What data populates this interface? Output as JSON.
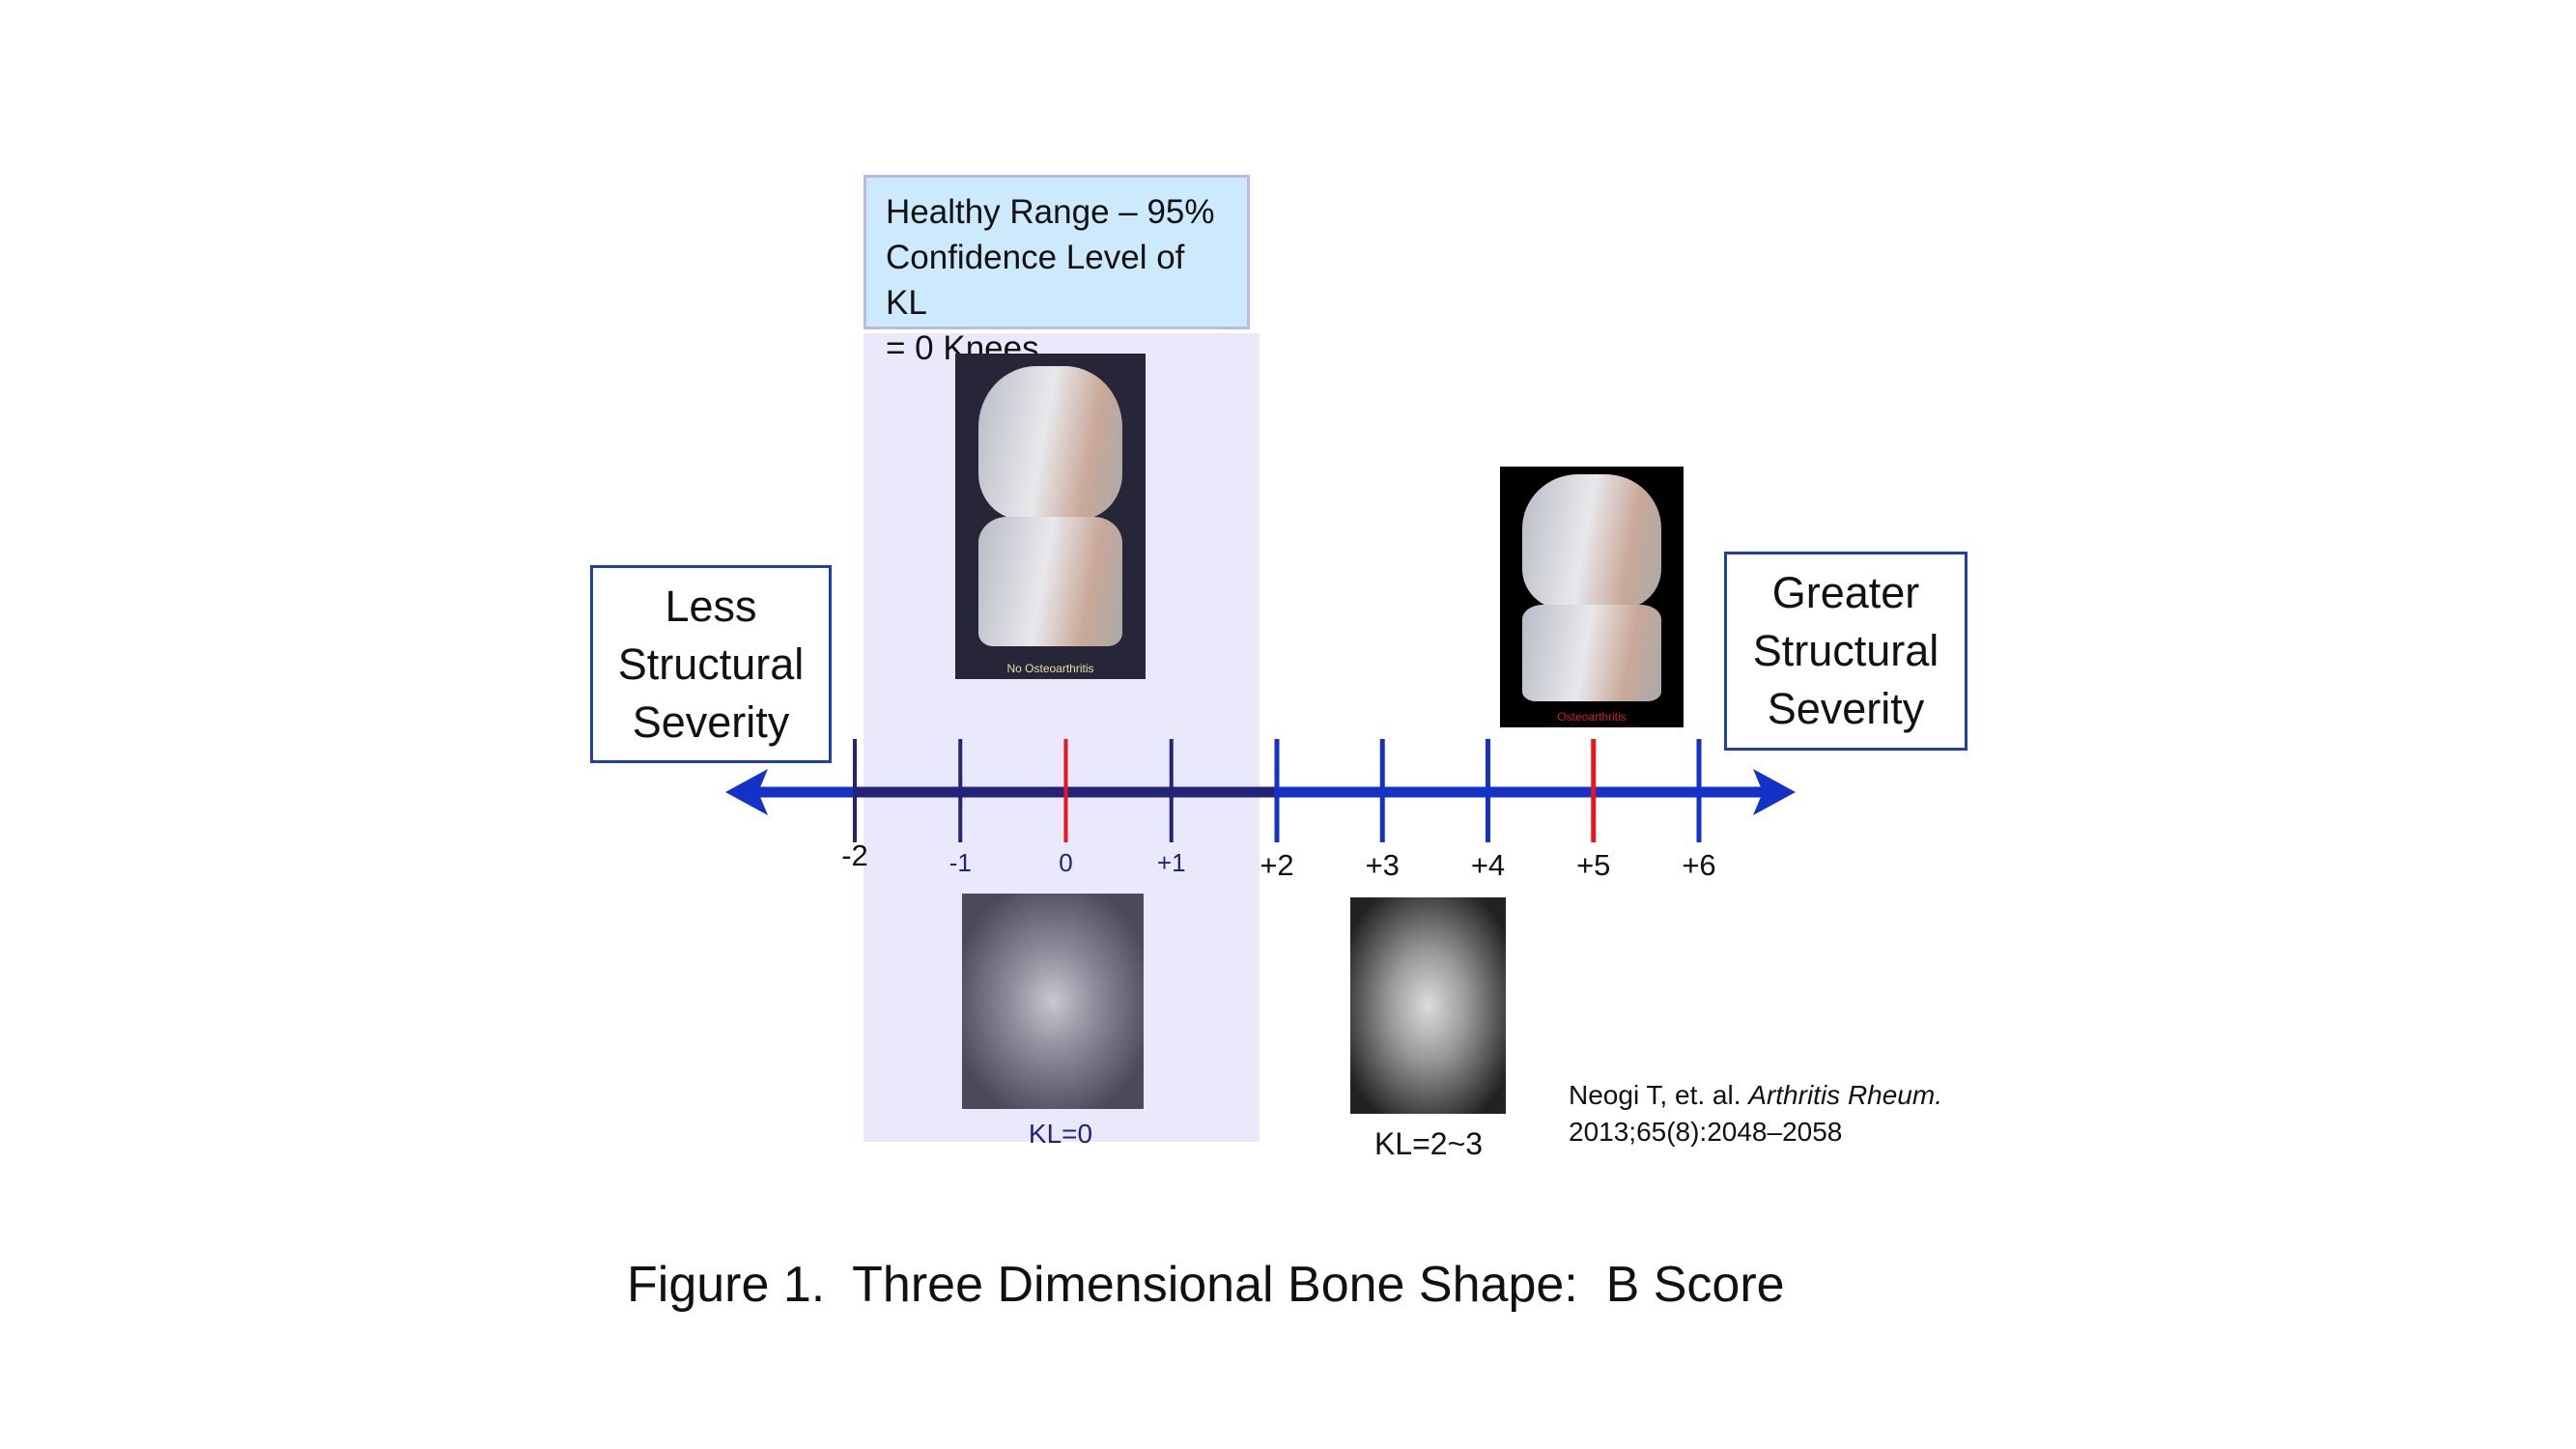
{
  "healthy_box": {
    "lines": [
      "Healthy Range – 95%",
      "Confidence Level of KL",
      "= 0 Knees"
    ]
  },
  "less_box": {
    "lines": [
      "Less",
      "Structural",
      "Severity"
    ]
  },
  "greater_box": {
    "lines": [
      "Greater",
      "Structural",
      "Severity"
    ]
  },
  "images": {
    "knee_healthy_caption": "No Osteoarthritis",
    "knee_oa_caption": "Osteoarthritis",
    "xray_kl0_label": "KL=0",
    "xray_kl23_label": "KL=2~3"
  },
  "axis": {
    "ticks": [
      {
        "value": -2,
        "label": "-2",
        "highlight": false
      },
      {
        "value": -1,
        "label": "-1",
        "highlight": false
      },
      {
        "value": 0,
        "label": "0",
        "highlight": true
      },
      {
        "value": 1,
        "label": "+1",
        "highlight": false
      },
      {
        "value": 2,
        "label": "+2",
        "highlight": false
      },
      {
        "value": 3,
        "label": "+3",
        "highlight": false
      },
      {
        "value": 4,
        "label": "+4",
        "highlight": false
      },
      {
        "value": 5,
        "label": "+5",
        "highlight": true
      },
      {
        "value": 6,
        "label": "+6",
        "highlight": false
      }
    ],
    "healthy_range": [
      -2,
      2
    ],
    "colors": {
      "axis": "#1432c8",
      "healthy_axis": "#23237a",
      "highlight": "#e8141e"
    }
  },
  "citation": {
    "authors": "Neogi T, et. al. ",
    "journal": "Arthritis Rheum.",
    "ref": "2013;65(8):2048–2058"
  },
  "figure_caption": "Figure 1.  Three Dimensional Bone Shape:  B Score"
}
